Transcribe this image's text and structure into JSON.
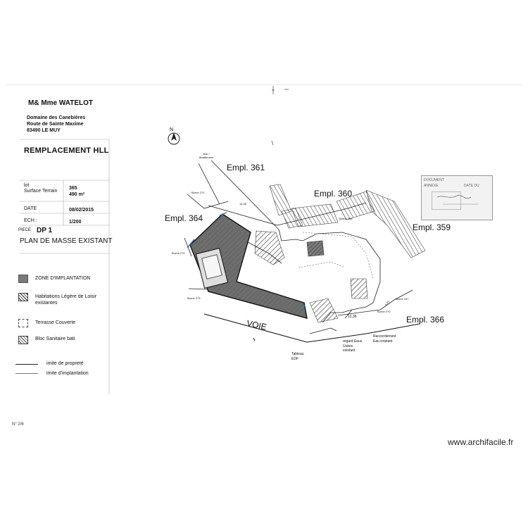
{
  "owner": {
    "name": "M& Mme WATELOT",
    "address": [
      "Domaine des Canebières",
      "Route de Sainte Maxime",
      "83490 LE MUY"
    ]
  },
  "project_title": "REMPLACEMENT HLL",
  "fields": [
    {
      "label": "lot",
      "value": "365"
    },
    {
      "label": "Surface Terrain",
      "value": "490 m²"
    },
    {
      "label": "DATE",
      "value": "08/02/2015"
    },
    {
      "label": "ECH :",
      "value": "1/200"
    }
  ],
  "piece": {
    "label": "PIECE",
    "code": "DP 1",
    "title": "PLAN DE MASSE  EXISTANT"
  },
  "legend": [
    {
      "label": "ZONE D'IMPLANTATION",
      "icon": "grey-fill"
    },
    {
      "label": "Habitations Légère de Loisir existantes",
      "icon": "hatched-fill"
    },
    {
      "label": "Terrasse Couverte",
      "icon": "dashed-outline"
    },
    {
      "label": "Bloc Sanitaire bati",
      "icon": "cross-hatched-fill"
    },
    {
      "label": "imite de propreté",
      "icon": "solid-line"
    },
    {
      "label": "imite d'implantation",
      "icon": "thin-line"
    }
  ],
  "plan": {
    "emplacements": [
      "Empl. 361",
      "Empl. 360",
      "Empl. 359",
      "Empl. 364",
      "Empl. 366"
    ],
    "road_label": "VOIE",
    "small_labels": {
      "arbre": "Mur / Abattement",
      "tableau": "Tableau EDF",
      "regard": "regard Eaux Usées existant",
      "raccordement": "Raccordement Eau existant",
      "borne_a": "Borne 2?1",
      "borne_b": "Borne 2?4",
      "borne_c": "Borne 2?3",
      "borne_d": "Borne 158",
      "borne_e": "Borne 157",
      "borne_f": "Borne 2?0",
      "cote_a": "14,96",
      "cote_b": "3,41",
      "cote_c": "12,36"
    },
    "stamp_text": [
      "DOCUMENT",
      "ANNEXE",
      "DATE DU"
    ],
    "north_symbol": "N"
  },
  "page_number": "N° 2/6",
  "watermark": "www.archifacile.fr",
  "colors": {
    "zone": "#6e6e6e",
    "outline": "#1a1a1a",
    "blue_marker": "#3a6fb0"
  }
}
